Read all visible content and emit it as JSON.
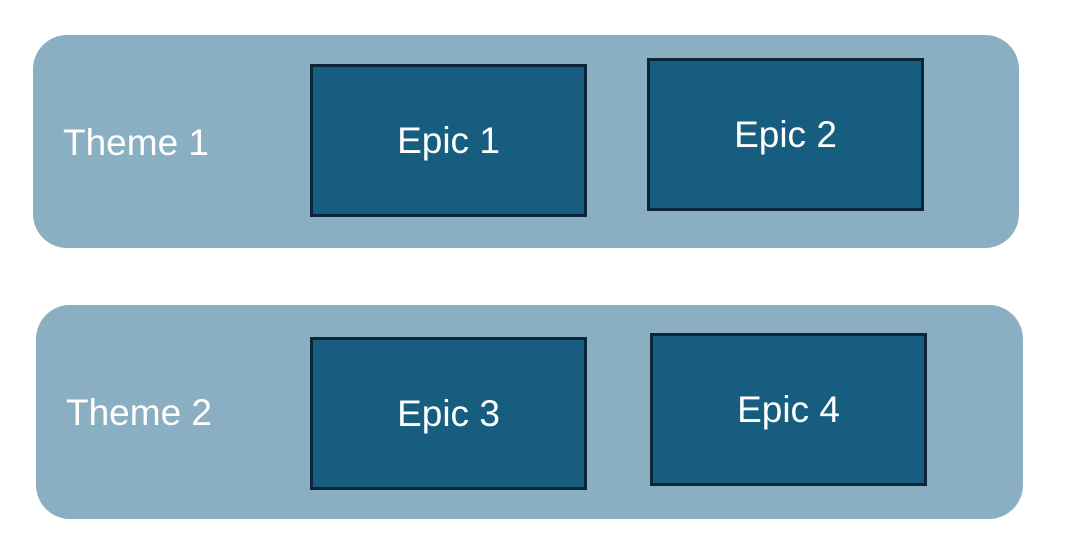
{
  "themes": [
    {
      "label": "Theme 1"
    },
    {
      "label": "Theme 2"
    }
  ],
  "epics": [
    {
      "label": "Epic 1"
    },
    {
      "label": "Epic 2"
    },
    {
      "label": "Epic 3"
    },
    {
      "label": "Epic 4"
    }
  ],
  "colors": {
    "theme_fill": "#8aafc2",
    "epic_fill": "#175d80",
    "epic_border": "#0c2637",
    "text": "#ffffff"
  }
}
